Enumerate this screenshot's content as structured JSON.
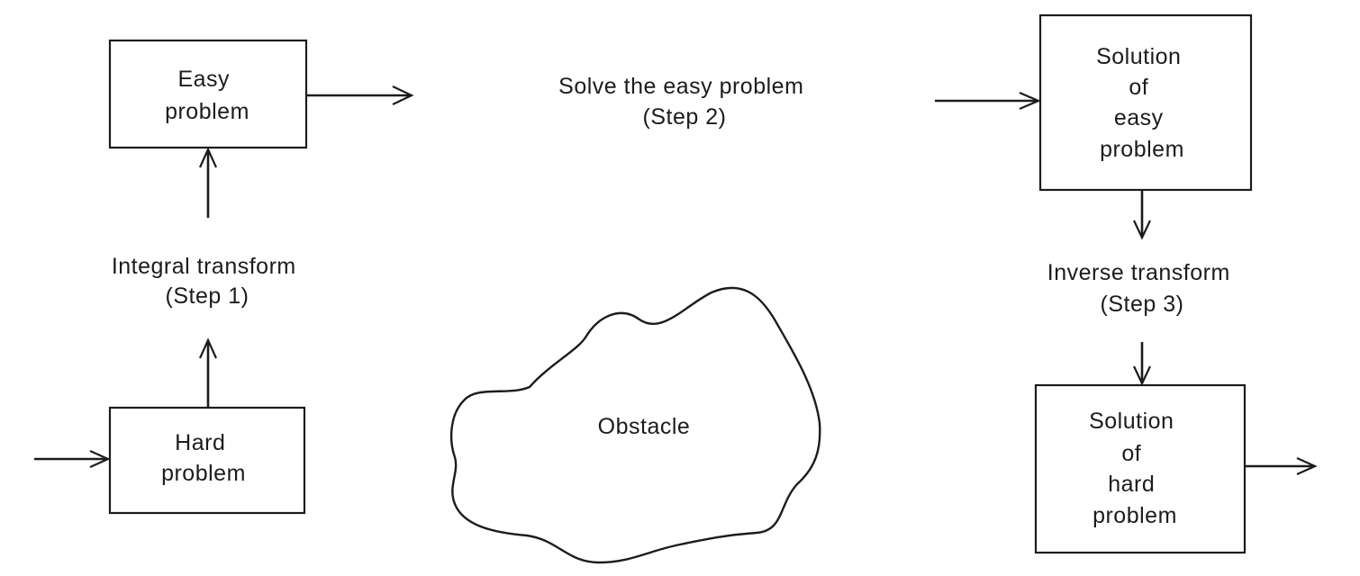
{
  "nodes": {
    "easy_problem": {
      "lines": [
        "Easy",
        "problem"
      ]
    },
    "hard_problem": {
      "lines": [
        "Hard",
        "problem"
      ]
    },
    "solution_easy": {
      "lines": [
        "Solution",
        "of",
        "easy",
        "problem"
      ]
    },
    "solution_hard": {
      "lines": [
        "Solution",
        "of",
        "hard",
        "problem"
      ]
    },
    "obstacle": {
      "lines": [
        "Obstacle"
      ]
    }
  },
  "steps": {
    "step1": {
      "lines": [
        "Integral transform",
        "(Step 1)"
      ]
    },
    "step2": {
      "lines": [
        "Solve the easy problem",
        "(Step 2)"
      ]
    },
    "step3": {
      "lines": [
        "Inverse transform",
        "(Step 3)"
      ]
    }
  }
}
